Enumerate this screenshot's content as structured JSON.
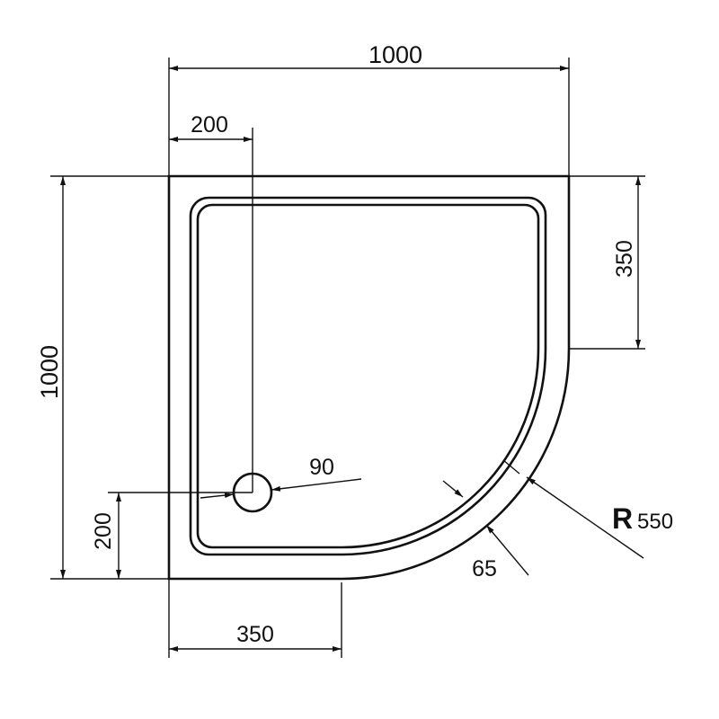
{
  "drawing": {
    "subject": "Quadrant shower tray technical drawing",
    "line_color": "#111111",
    "background": "#ffffff"
  },
  "dimensions": {
    "overall_width": "1000",
    "overall_depth": "1000",
    "drain_offset_x": "200",
    "drain_offset_y": "200",
    "straight_side_right": "350",
    "straight_side_bottom": "350",
    "drain_diameter": "90",
    "rim_width": "65",
    "radius_prefix": "R",
    "radius_value": "550"
  }
}
